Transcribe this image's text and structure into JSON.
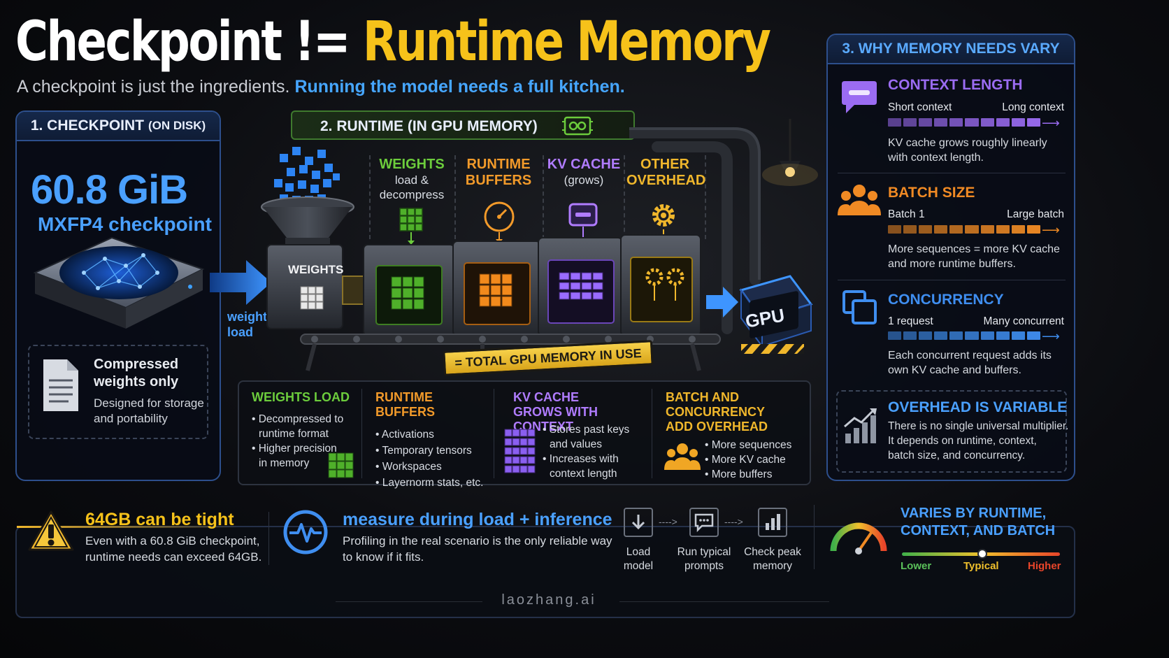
{
  "header": {
    "title_part1": "Checkpoint !=",
    "title_part2": "Runtime Memory",
    "subtitle_part1": "A checkpoint is just the ingredients.",
    "subtitle_part2": "Running the model needs a full kitchen."
  },
  "checkpoint_panel": {
    "heading": "1. CHECKPOINT",
    "heading_suffix": "(ON DISK)",
    "size": "60.8 GiB",
    "format": "MXFP4 checkpoint",
    "arrow_label_1": "weights",
    "arrow_label_2": "load",
    "box_title_1": "Compressed",
    "box_title_2": "weights only",
    "box_desc_1": "Designed for storage",
    "box_desc_2": "and portability"
  },
  "runtime_panel": {
    "heading": "2. RUNTIME (IN GPU MEMORY)",
    "hopper_label": "WEIGHTS",
    "gpu_label": "GPU",
    "total_label": "= TOTAL GPU MEMORY IN USE",
    "stages": [
      {
        "title_1": "WEIGHTS",
        "title_2": "",
        "sub_1": "load &",
        "sub_2": "decompress",
        "color": "#6ccc3c"
      },
      {
        "title_1": "RUNTIME",
        "title_2": "BUFFERS",
        "sub_1": "",
        "sub_2": "",
        "color": "#f29a2a"
      },
      {
        "title_1": "KV CACHE",
        "title_2": "",
        "sub_1": "(grows)",
        "sub_2": "",
        "color": "#b07cff"
      },
      {
        "title_1": "OTHER",
        "title_2": "OVERHEAD",
        "sub_1": "",
        "sub_2": "",
        "color": "#f0b72c"
      }
    ],
    "columns": [
      {
        "title_1": "WEIGHTS LOAD",
        "title_2": "",
        "title_3": "",
        "bullets": [
          "Decompressed to",
          "runtime format",
          "Higher precision",
          "in memory"
        ]
      },
      {
        "title_1": "RUNTIME BUFFERS",
        "title_2": "",
        "title_3": "",
        "bullets": [
          "Activations",
          "Temporary tensors",
          "Workspaces",
          "Layernorm stats, etc."
        ]
      },
      {
        "title_1": "KV CACHE",
        "title_2": "GROWS WITH CONTEXT",
        "title_3": "",
        "bullets": [
          "Stores past keys",
          "and values",
          "Increases with",
          "context length"
        ]
      },
      {
        "title_1": "BATCH AND",
        "title_2": "CONCURRENCY",
        "title_3": "ADD OVERHEAD",
        "bullets": [
          "More sequences",
          "More KV cache",
          "More buffers"
        ]
      }
    ]
  },
  "why_panel": {
    "heading": "3. WHY MEMORY NEEDS VARY",
    "items": [
      {
        "title": "CONTEXT LENGTH",
        "left": "Short context",
        "right": "Long context",
        "desc_1": "KV cache grows roughly linearly",
        "desc_2": "with context length.",
        "color": "#9b6cf2"
      },
      {
        "title": "BATCH SIZE",
        "left": "Batch 1",
        "right": "Large batch",
        "desc_1": "More sequences = more KV cache",
        "desc_2": "and more runtime buffers.",
        "color": "#f08a24"
      },
      {
        "title": "CONCURRENCY",
        "left": "1 request",
        "right": "Many concurrent",
        "desc_1": "Each concurrent request adds its",
        "desc_2": "own KV cache and buffers.",
        "color": "#3f8ef0"
      }
    ],
    "overhead_title": "OVERHEAD IS VARIABLE",
    "overhead_desc": [
      "There is no single universal multiplier.",
      "It depends on runtime, context,",
      "batch size, and concurrency."
    ]
  },
  "bottom": {
    "warn_title": "64GB can be tight",
    "warn_desc_1": "Even with a 60.8 GiB checkpoint,",
    "warn_desc_2": "runtime needs can exceed 64GB.",
    "measure_title": "measure during load + inference",
    "measure_desc_1": "Profiling in the real scenario is the only reliable way",
    "measure_desc_2": "to know if it fits.",
    "steps": [
      {
        "l1": "Load",
        "l2": "model"
      },
      {
        "l1": "Run typical",
        "l2": "prompts"
      },
      {
        "l1": "Check peak",
        "l2": "memory"
      }
    ],
    "varies_1": "VARIES BY RUNTIME,",
    "varies_2": "CONTEXT, AND BATCH",
    "scale_lower": "Lower",
    "scale_typical": "Typical",
    "scale_higher": "Higher"
  },
  "footer": "laozhang.ai",
  "colors": {
    "accent_blue": "#4aa0ff",
    "accent_yellow": "#f6c21a",
    "green": "#6ccc3c",
    "orange": "#f29a2a",
    "purple": "#b07cff"
  }
}
